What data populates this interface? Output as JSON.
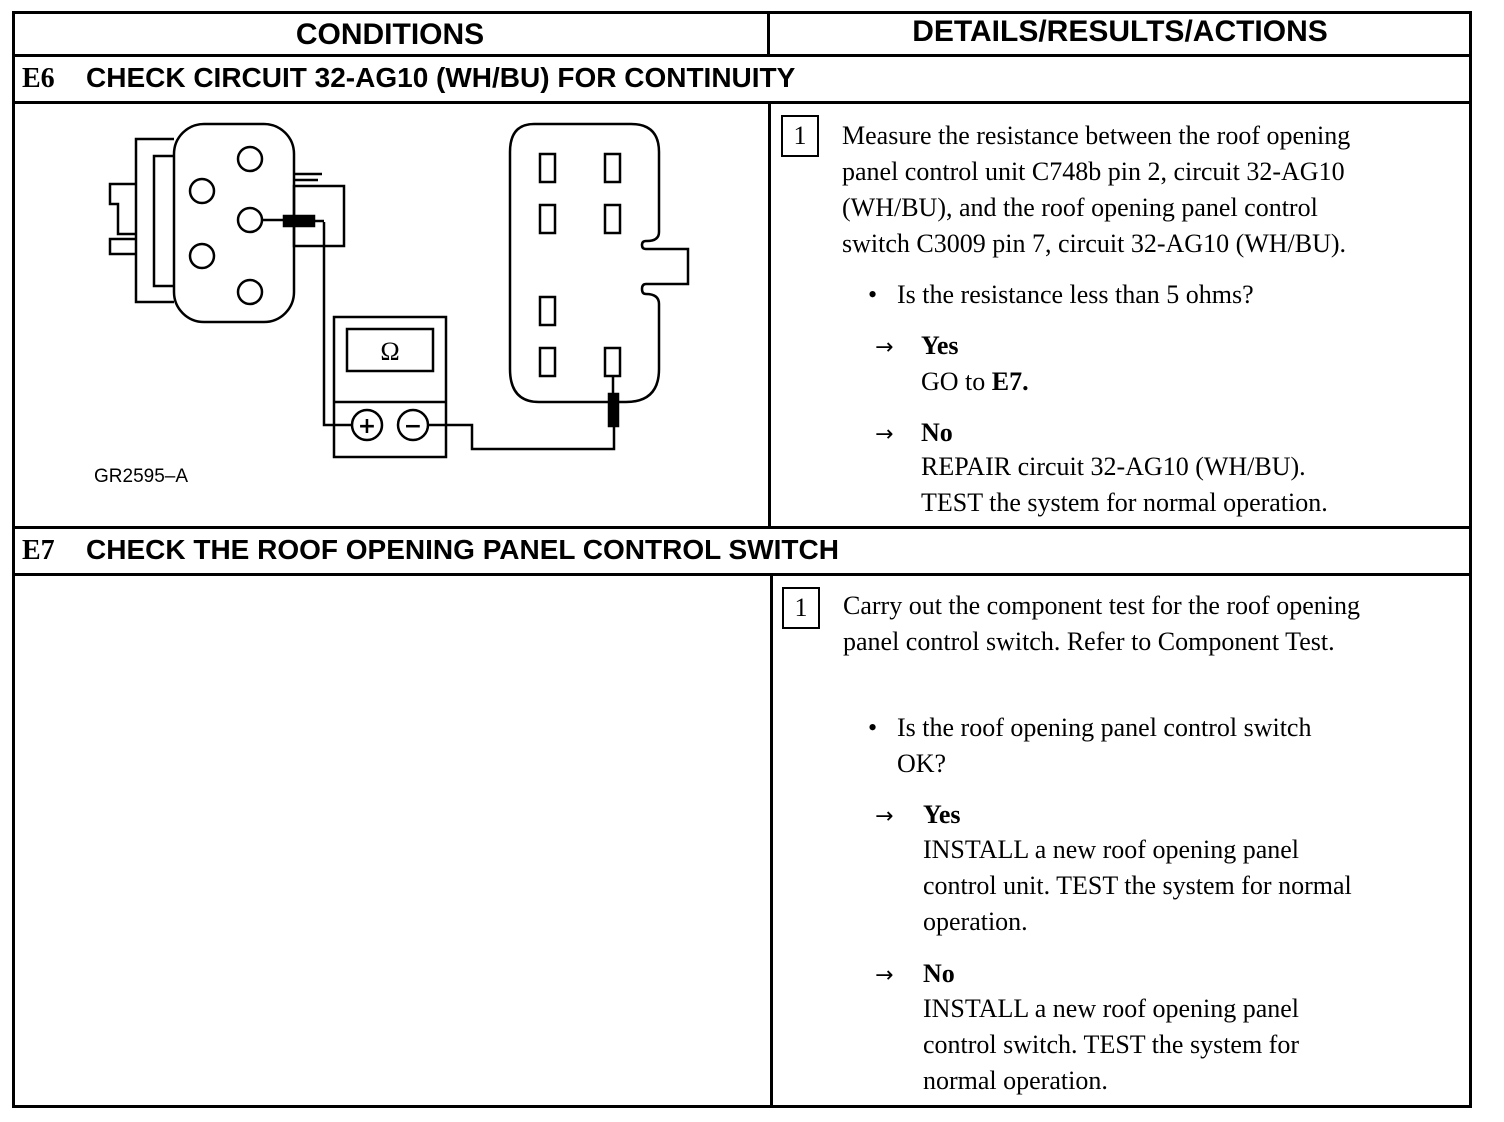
{
  "table": {
    "col_conditions": "CONDITIONS",
    "col_details": "DETAILS/RESULTS/ACTIONS"
  },
  "sections": [
    {
      "code": "E6",
      "title": "CHECK CIRCUIT 32-AG10 (WH/BU) FOR CONTINUITY",
      "figure_label": "GR2595–A",
      "meter_symbol": "Ω",
      "step_number": "1",
      "instruction": [
        "Measure the resistance between the roof opening",
        "panel control unit C748b pin 2, circuit 32-AG10",
        "(WH/BU), and the roof opening panel control",
        "switch C3009 pin 7, circuit 32-AG10 (WH/BU)."
      ],
      "question": "Is the resistance less than 5 ohms?",
      "yes_label": "Yes",
      "yes_action_prefix": "GO to ",
      "yes_action_target": "E7.",
      "no_label": "No",
      "no_action": [
        "REPAIR circuit 32-AG10 (WH/BU).",
        "TEST the system for normal operation."
      ]
    },
    {
      "code": "E7",
      "title": "CHECK THE ROOF OPENING PANEL CONTROL SWITCH",
      "step_number": "1",
      "instruction": [
        "Carry out the component test for the roof opening",
        "panel control switch.  Refer to Component Test."
      ],
      "question": [
        "Is the roof opening panel control switch",
        "OK?"
      ],
      "yes_label": "Yes",
      "yes_action": [
        "INSTALL a new roof opening panel",
        "control unit. TEST the system for normal",
        "operation."
      ],
      "no_label": "No",
      "no_action": [
        "INSTALL a new roof opening panel",
        "control switch. TEST the system for",
        "normal operation."
      ]
    }
  ],
  "icons": {
    "bullet": "•",
    "arrow": "→",
    "meter_plus": "+",
    "meter_minus": "−"
  }
}
